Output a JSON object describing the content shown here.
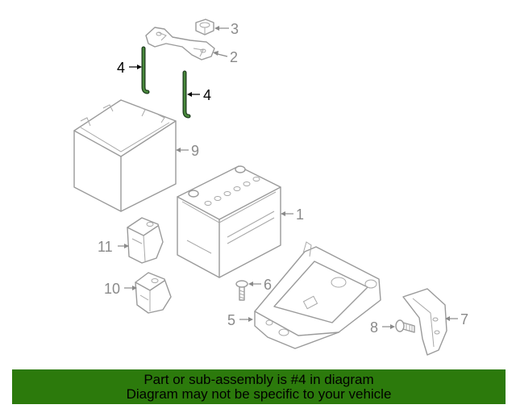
{
  "callouts": {
    "c1": "1",
    "c2": "2",
    "c3": "3",
    "c4a": "4",
    "c4b": "4",
    "c5": "5",
    "c6": "6",
    "c7": "7",
    "c8": "8",
    "c9": "9",
    "c10": "10",
    "c11": "11"
  },
  "highlight": {
    "part_number": "4",
    "color": "#2c7a0c"
  },
  "banner": {
    "line1": "Part or sub-assembly is #4 in diagram",
    "line2": "Diagram may not be specific to your vehicle"
  }
}
